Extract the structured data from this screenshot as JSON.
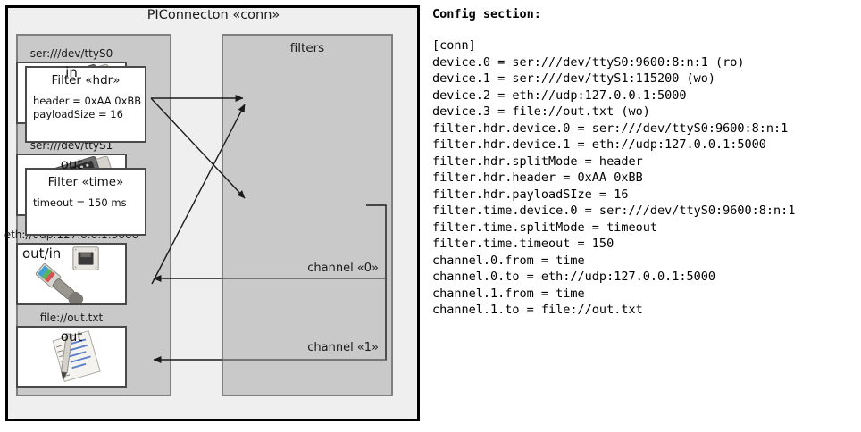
{
  "diagram": {
    "title": "PIConnecton «conn»",
    "devices_group": {
      "title": ""
    },
    "filters_group": {
      "title": "filters"
    },
    "devices": [
      {
        "caption": "ser:///dev/ttyS0",
        "direction": "in",
        "icon": "serial-port-icon"
      },
      {
        "caption": "ser:///dev/ttyS1",
        "direction": "out",
        "icon": "serial-port-icon"
      },
      {
        "caption": "eth://udp:127.0.0.1:5000",
        "direction": "out/in",
        "icon": "network-jack-icon"
      },
      {
        "caption": "file://out.txt",
        "direction": "out",
        "icon": "text-file-icon"
      }
    ],
    "filters": [
      {
        "title": "Filter «hdr»",
        "props": [
          "header = 0xAA 0xBB",
          "payloadSize = 16"
        ]
      },
      {
        "title": "Filter «time»",
        "props": [
          "timeout = 150 ms"
        ]
      }
    ],
    "channels": [
      {
        "label": "channel «0»"
      },
      {
        "label": "channel «1»"
      }
    ],
    "colors": {
      "outer_fill": "#efefef",
      "group_fill": "#c9c9c9",
      "box_fill": "#ffffff",
      "frame_stroke": "#000000",
      "wire_stroke": "#1a1a1a"
    }
  },
  "config": {
    "heading": "Config section:",
    "lines": [
      "[conn]",
      "device.0 = ser:///dev/ttyS0:9600:8:n:1 (ro)",
      "device.1 = ser:///dev/ttyS1:115200 (wo)",
      "device.2 = eth://udp:127.0.0.1:5000",
      "device.3 = file://out.txt (wo)",
      "filter.hdr.device.0 = ser:///dev/ttyS0:9600:8:n:1",
      "filter.hdr.device.1 = eth://udp:127.0.0.1:5000",
      "filter.hdr.splitMode = header",
      "filter.hdr.header = 0xAA 0xBB",
      "filter.hdr.payloadSIze = 16",
      "filter.time.device.0 = ser:///dev/ttyS0:9600:8:n:1",
      "filter.time.splitMode = timeout",
      "filter.time.timeout = 150",
      "channel.0.from = time",
      "channel.0.to = eth://udp:127.0.0.1:5000",
      "channel.1.from = time",
      "channel.1.to = file://out.txt"
    ]
  }
}
